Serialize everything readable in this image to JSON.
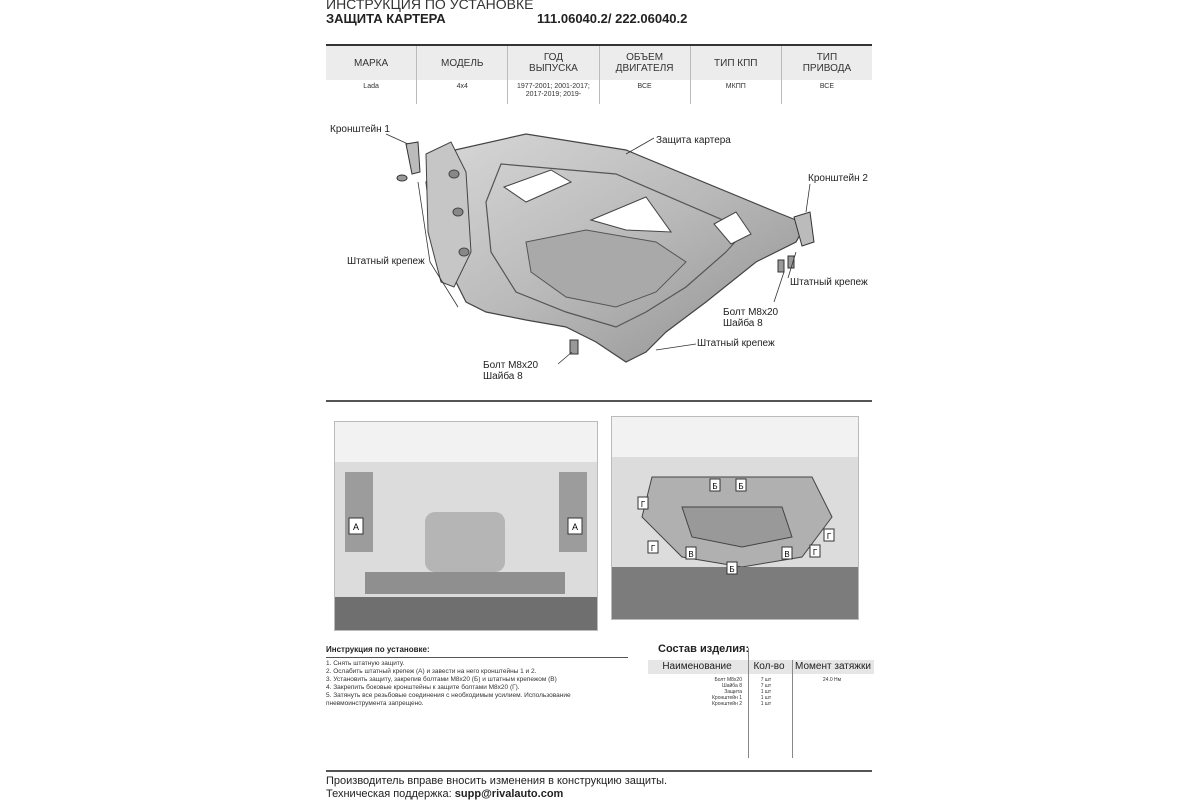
{
  "header": {
    "title": "ИНСТРУКЦИЯ ПО УСТАНОВКЕ",
    "subtitle": "ЗАЩИТА КАРТЕРА",
    "codes": "111.06040.2/ 222.06040.2"
  },
  "spec": {
    "columns": [
      "МАРКА",
      "МОДЕЛЬ",
      "ГОД ВЫПУСКА",
      "ОБЪЕМ ДВИГАТЕЛЯ",
      "ТИП КПП",
      "ТИП ПРИВОДА"
    ],
    "values": [
      "Lada",
      "4x4",
      "1977-2001; 2001-2017; 2017-2019; 2019-",
      "ВСЕ",
      "МКПП",
      "ВСЕ"
    ]
  },
  "diagram": {
    "bracket1": "Кронштейн 1",
    "guard": "Защита картера",
    "bracket2": "Кронштейн 2",
    "stock_fastener_left": "Штатный крепеж",
    "stock_fastener_right": "Штатный крепеж",
    "stock_fastener_bottom": "Штатный крепеж",
    "bolt_right_line1": "Болт М8х20",
    "bolt_right_line2": "Шайба 8",
    "bolt_bottom_line1": "Болт М8х20",
    "bolt_bottom_line2": "Шайба 8"
  },
  "photos": {
    "left_marks": [
      "А",
      "А"
    ],
    "right_marks": [
      "Г",
      "Б",
      "Б",
      "Г",
      "Г",
      "В",
      "Б",
      "В",
      "Г"
    ]
  },
  "instructions": {
    "title": "Инструкция по установке:",
    "steps": [
      "1. Снять штатную защиту.",
      "2. Ослабить штатный крепеж (А) и завести на него кронштейны 1 и 2.",
      "3. Установить защиту, закрепив болтами М8х20 (Б) и штатным крепежом (В)",
      "4. Закрепить боковые кронштейны к защите болтами М8х20 (Г).",
      "5. Затянуть все резьбовые соединения с необходимым усилием. Использование",
      "пневмоинструмента запрещено."
    ]
  },
  "composition": {
    "title": "Состав изделия:",
    "headers": [
      "Наименование",
      "Кол-во",
      "Момент затяжки"
    ],
    "rows": [
      {
        "name": "Болт М8х20",
        "qty": "7 шт",
        "torque": "24.0 Нм"
      },
      {
        "name": "Шайба 8",
        "qty": "7 шт",
        "torque": ""
      },
      {
        "name": "Защита",
        "qty": "1 шт",
        "torque": ""
      },
      {
        "name": "Кронштейн 1",
        "qty": "1 шт",
        "torque": ""
      },
      {
        "name": "Кронштейн 2",
        "qty": "1 шт",
        "torque": ""
      }
    ]
  },
  "footer": {
    "note": "Производитель вправе вносить изменения в конструкцию защиты.",
    "support_label": "Техническая поддержка:",
    "support_email": "supp@rivalauto.com"
  }
}
